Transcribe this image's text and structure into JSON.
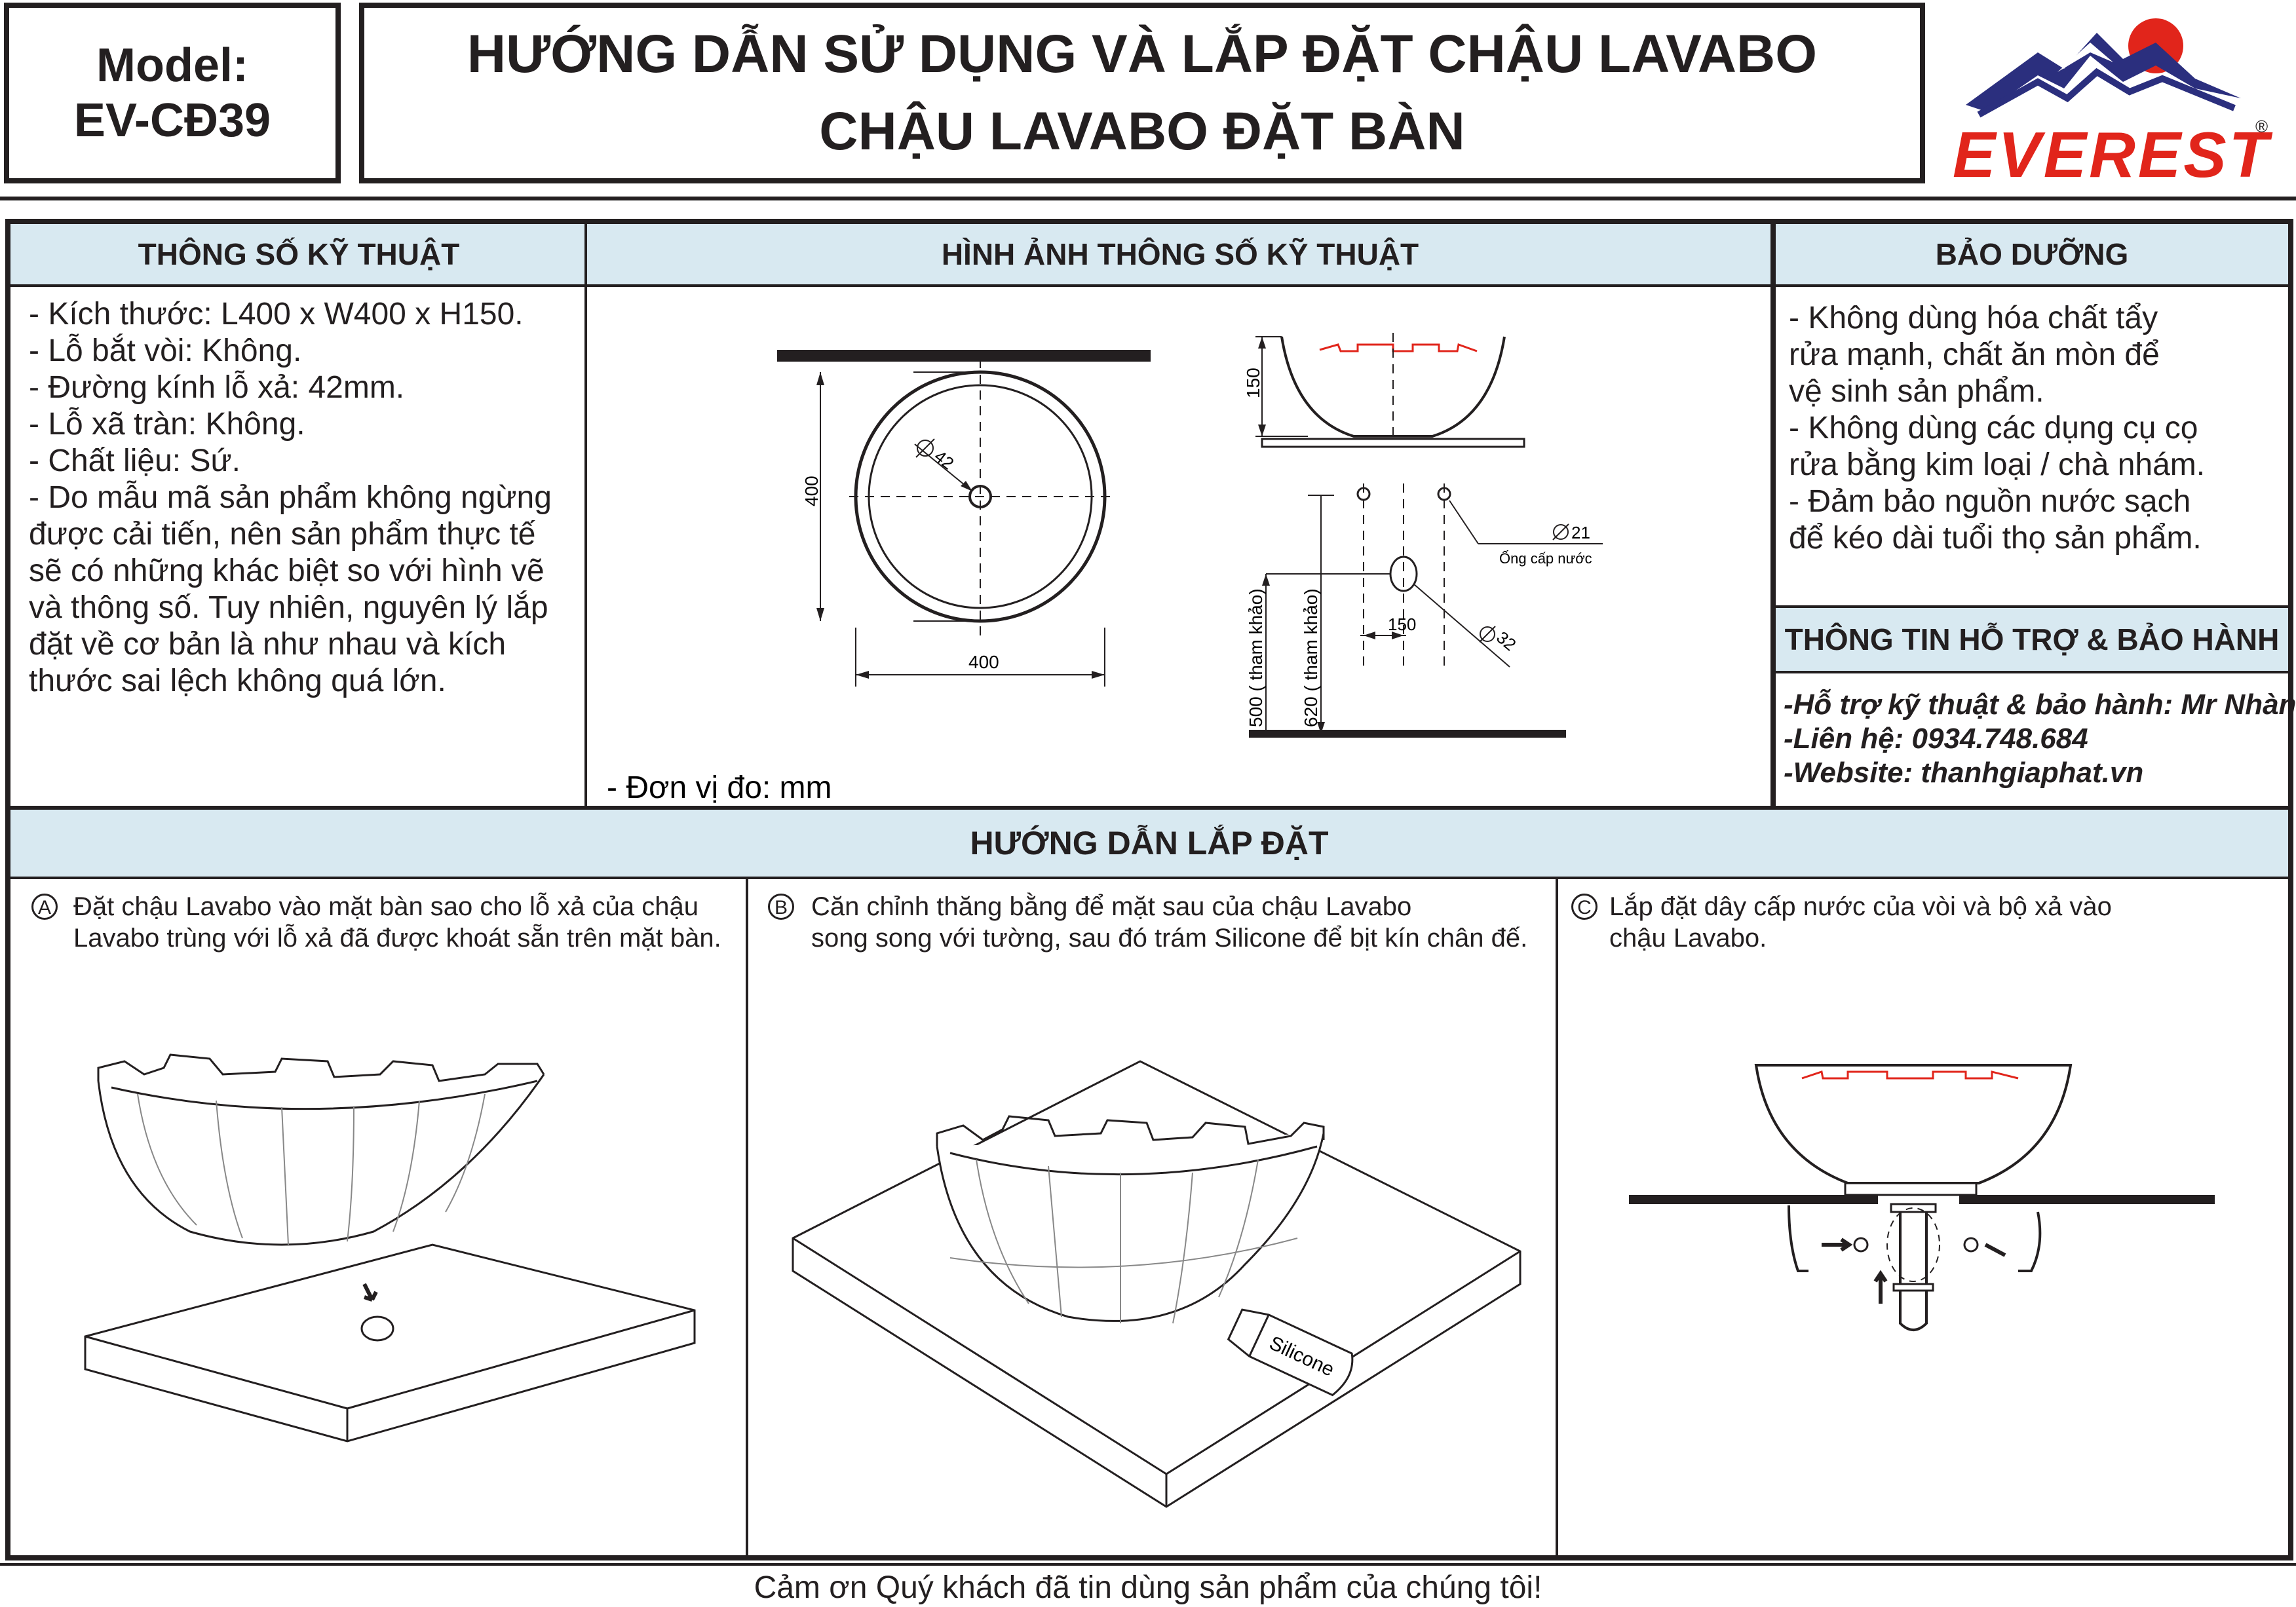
{
  "header": {
    "model_line1": "Model:",
    "model_line2": "EV-CĐ39",
    "title_line1": "HƯỚNG DẪN SỬ DỤNG VÀ LẮP ĐẶT CHẬU LAVABO",
    "title_line2": "CHẬU LAVABO ĐẶT BÀN",
    "brand": "EVEREST",
    "brand_mark": "®",
    "brand_color": "#e1251b"
  },
  "specs": {
    "heading": "THÔNG SỐ KỸ THUẬT",
    "lines": [
      "- Kích thước: L400 x W400 x H150.",
      "- Lỗ bắt vòi: Không.",
      "- Đường kính lỗ xả: 42mm.",
      "- Lỗ xã tràn: Không.",
      "- Chất liệu: Sứ.",
      "- Do mẫu mã sản phẩm không ngừng",
      "được cải tiến, nên sản phẩm thực tế",
      "sẽ có những khác biệt so với hình vẽ",
      "và thông số. Tuy nhiên, nguyên lý lắp",
      "đặt về cơ bản là như nhau và kích",
      "thước sai lệch không quá lớn."
    ]
  },
  "drawing": {
    "heading": "HÌNH ẢNH THÔNG SỐ KỸ THUẬT",
    "dim_400_v": "400",
    "dim_400_h": "400",
    "dim_d42": "42",
    "dim_150_h": "150",
    "dim_d21": "21",
    "water_pipe": "Ống cấp nước",
    "dim_150_w": "150",
    "dim_d32": "32",
    "dim_500": "500 ( tham khảo)",
    "dim_620": "620 ( tham khảo)",
    "unit": "- Đơn vị đo: mm"
  },
  "maintenance": {
    "heading": "BẢO DƯỠNG",
    "lines": [
      "- Không dùng hóa chất tẩy",
      "rửa mạnh, chất ăn mòn để",
      "vệ sinh sản phẩm.",
      "- Không dùng các dụng cụ cọ",
      "rửa bằng kim loại / chà nhám.",
      "- Đảm bảo nguồn nước sạch",
      "để kéo dài tuổi thọ sản phẩm."
    ]
  },
  "support": {
    "heading": "THÔNG TIN HỖ TRỢ & BẢO HÀNH",
    "lines": [
      "-Hỗ trợ kỹ thuật & bảo hành: Mr Nhàn",
      "-Liên hệ: 0934.748.684",
      "-Website: thanhgiaphat.vn"
    ]
  },
  "install": {
    "heading": "HƯỚNG DẪN LẮP ĐẶT",
    "steps": [
      {
        "letter": "A",
        "line1": "Đặt chậu Lavabo vào mặt bàn sao cho lỗ xả của chậu",
        "line2": "Lavabo trùng với lỗ xả đã được khoát sẵn trên mặt bàn."
      },
      {
        "letter": "B",
        "line1": "Căn chỉnh thăng bằng để mặt sau của chậu Lavabo",
        "line2": "song song với tường, sau đó trám Silicone để bịt kín chân đế."
      },
      {
        "letter": "C",
        "line1": "Lắp đặt dây cấp nước của vòi và bộ xả vào",
        "line2": "chậu Lavabo."
      }
    ],
    "silicone_label": "Silicone"
  },
  "footer": {
    "thanks": "Cảm ơn Quý khách đã tin dùng sản phẩm của chúng tôi!"
  },
  "colors": {
    "ink": "#231f20",
    "header_fill": "#d8e9f1",
    "accent_red": "#e1251b",
    "logo_navy": "#2b2f7e"
  }
}
